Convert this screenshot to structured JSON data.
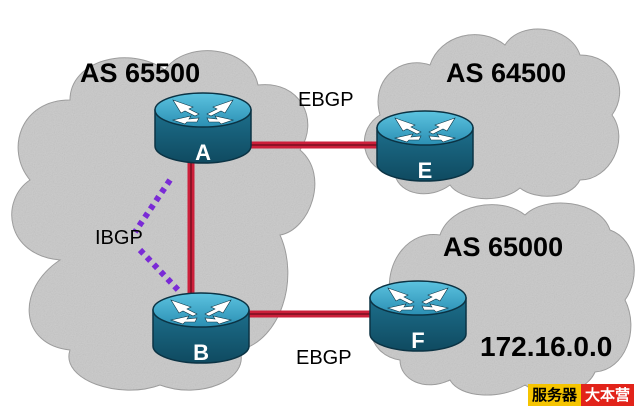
{
  "clouds": {
    "as_65500": "AS 65500",
    "as_64500": "AS 64500",
    "as_65000": "AS 65000"
  },
  "links": {
    "ebgp_top": "EBGP",
    "ebgp_bottom": "EBGP",
    "ibgp": "IBGP"
  },
  "routers": {
    "a": "A",
    "b": "B",
    "e": "E",
    "f": "F"
  },
  "network": "172.16.0.0",
  "watermark": {
    "part1": "服务器",
    "part2": "大本营"
  },
  "colors": {
    "cloud_fill": "#c8c8c8",
    "router_body": "#1f7a99",
    "router_top": "#3aa7c9",
    "ebgp_link": "#cc1f3a",
    "ibgp_link": "#7a2ad6"
  }
}
